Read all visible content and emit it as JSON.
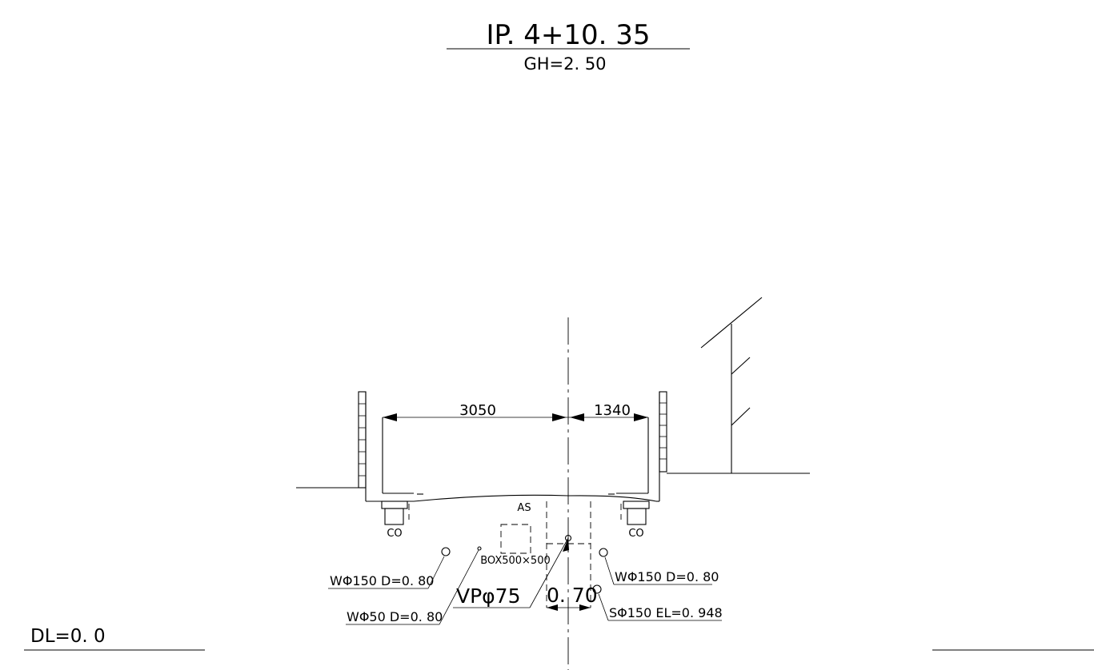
{
  "title": {
    "station": "IP. 4+10. 35",
    "ground_height": "GH=2. 50"
  },
  "datum": "DL=0. 0",
  "dimensions": {
    "left_width": "3050",
    "right_width": "1340",
    "trench_width": "0. 70"
  },
  "surface": "AS",
  "left_curb_label": "CO",
  "right_curb_label": "CO",
  "box": "BOX500×500",
  "pipes": {
    "vp": "VPφ75",
    "water_left": "WΦ150  D=0. 80",
    "water_small": "WΦ50  D=0. 80",
    "water_right": "WΦ150  D=0. 80",
    "sewer": "SΦ150  EL=0. 948"
  }
}
